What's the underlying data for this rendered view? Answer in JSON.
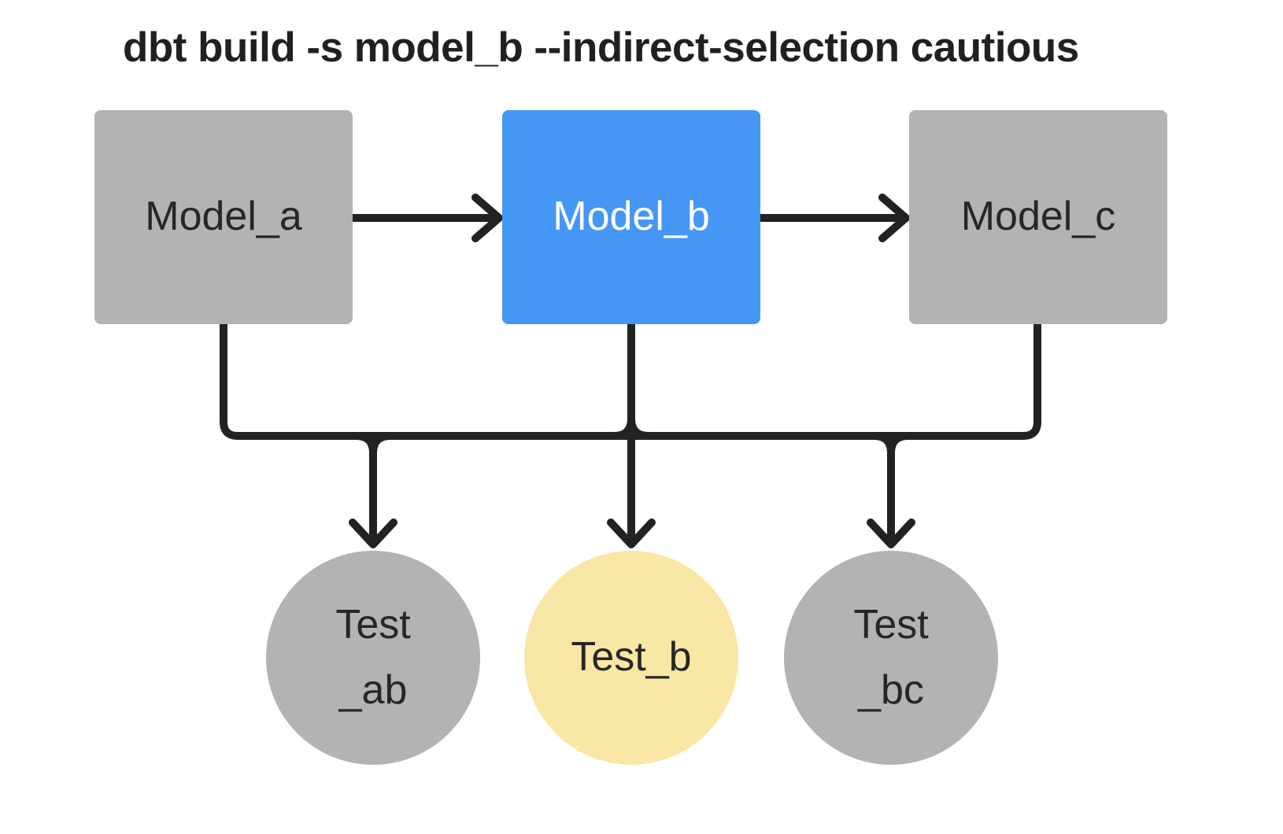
{
  "title": "dbt build -s model_b --indirect-selection cautious",
  "colors": {
    "selected_model": "#4697f5",
    "unselected_node": "#b3b3b3",
    "indirect_selected_test": "#f9e7a6",
    "edge_line": "#222222",
    "node_text": "#262626",
    "selected_node_text": "#ffffff",
    "title_text": "#202020",
    "background": "#ffffff"
  },
  "diagram": {
    "models": [
      {
        "id": "model_a",
        "label": "Model_a",
        "state": "unselected"
      },
      {
        "id": "model_b",
        "label": "Model_b",
        "state": "selected"
      },
      {
        "id": "model_c",
        "label": "Model_c",
        "state": "unselected"
      }
    ],
    "tests": [
      {
        "id": "test_ab",
        "label_lines": [
          "Test",
          "_ab"
        ],
        "state": "unselected"
      },
      {
        "id": "test_b",
        "label_lines": [
          "Test_b"
        ],
        "state": "indirect-selected"
      },
      {
        "id": "test_bc",
        "label_lines": [
          "Test",
          "_bc"
        ],
        "state": "unselected"
      }
    ],
    "edges": [
      {
        "from": "model_a",
        "to": "model_b"
      },
      {
        "from": "model_b",
        "to": "model_c"
      },
      {
        "from": "model_a",
        "to": "test_ab"
      },
      {
        "from": "model_b",
        "to": "test_ab"
      },
      {
        "from": "model_b",
        "to": "test_b"
      },
      {
        "from": "model_b",
        "to": "test_bc"
      },
      {
        "from": "model_c",
        "to": "test_bc"
      }
    ]
  }
}
